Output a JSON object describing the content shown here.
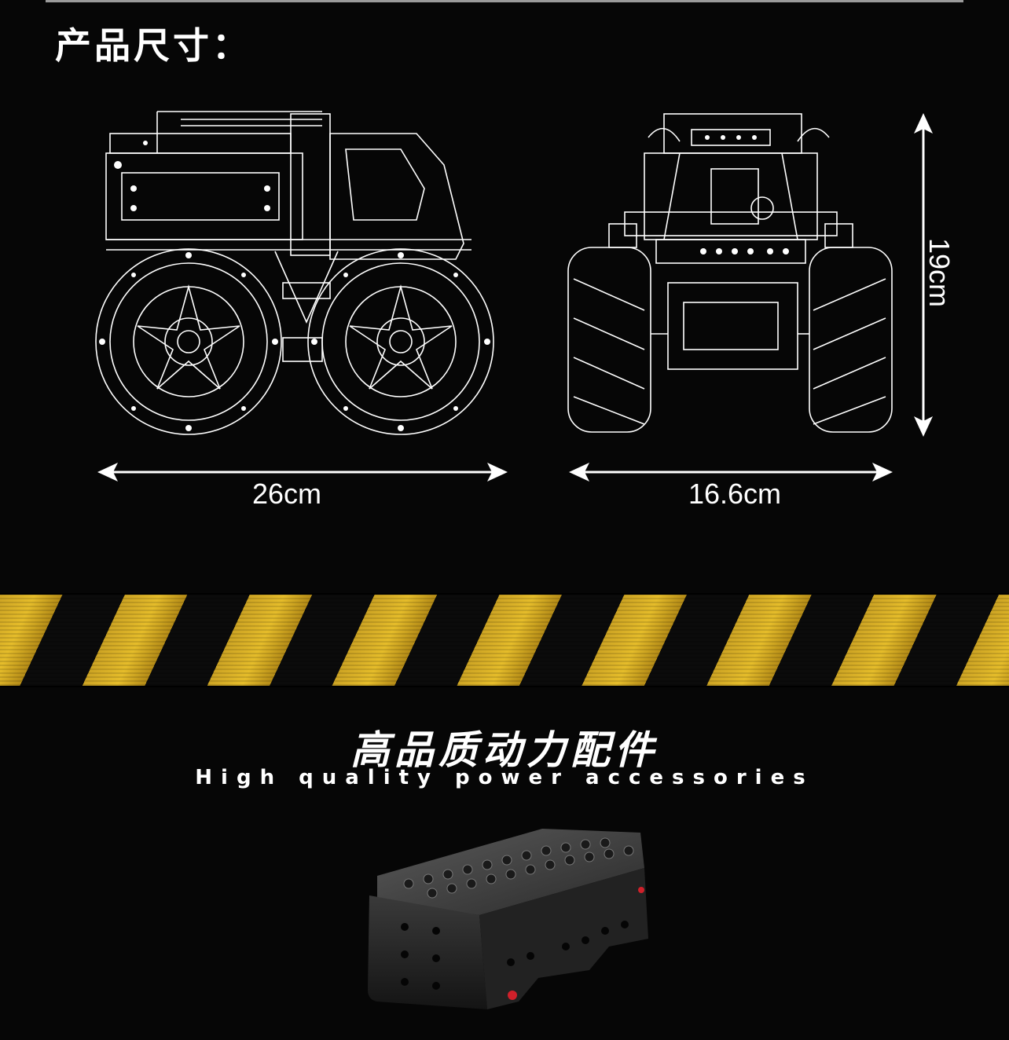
{
  "section_title": "产品尺寸：",
  "dimensions": {
    "side_width": "26cm",
    "front_width": "16.6cm",
    "height": "19cm"
  },
  "accessories": {
    "title_cn": "高品质动力配件",
    "title_en": "High quality power accessories"
  },
  "colors": {
    "background": "#060606",
    "stripe_yellow": "#e0b92e",
    "stripe_black": "#111111",
    "line_art": "#ffffff",
    "accent_red": "#d0202a"
  }
}
